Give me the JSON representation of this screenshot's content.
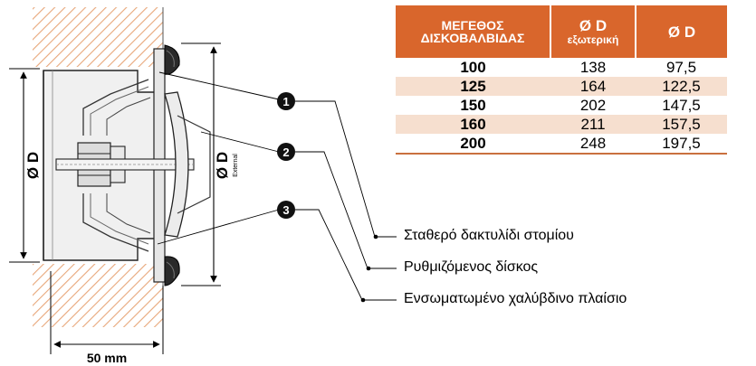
{
  "drawing": {
    "dim_label_left": "Ø D",
    "dim_label_right": "Ø D",
    "dim_label_right_sub": "External",
    "dim_label_bottom": "50 mm",
    "callouts": [
      "1",
      "2",
      "3"
    ]
  },
  "table": {
    "headers": {
      "size": [
        "ΜΕΓΕΘΟΣ",
        "ΔΙΣΚΟΒΑΛΒΙΔΑΣ"
      ],
      "external_d": "Ø D",
      "external_d_sub": "εξωτερική",
      "d": "Ø D"
    },
    "rows": [
      {
        "size": "100",
        "external": "138",
        "d": "97,5"
      },
      {
        "size": "125",
        "external": "164",
        "d": "122,5"
      },
      {
        "size": "150",
        "external": "202",
        "d": "147,5"
      },
      {
        "size": "160",
        "external": "211",
        "d": "157,5"
      },
      {
        "size": "200",
        "external": "248",
        "d": "197,5"
      }
    ]
  },
  "legend": [
    "Σταθερό δακτυλίδι στομίου",
    "Ρυθμιζόμενος δίσκος",
    "Ενσωματωμένο χαλύβδινο πλαίσιο"
  ],
  "colors": {
    "header": "#d9662c",
    "row_shade": "#f6dfcf",
    "wall_hatch": "#e8a77a"
  }
}
